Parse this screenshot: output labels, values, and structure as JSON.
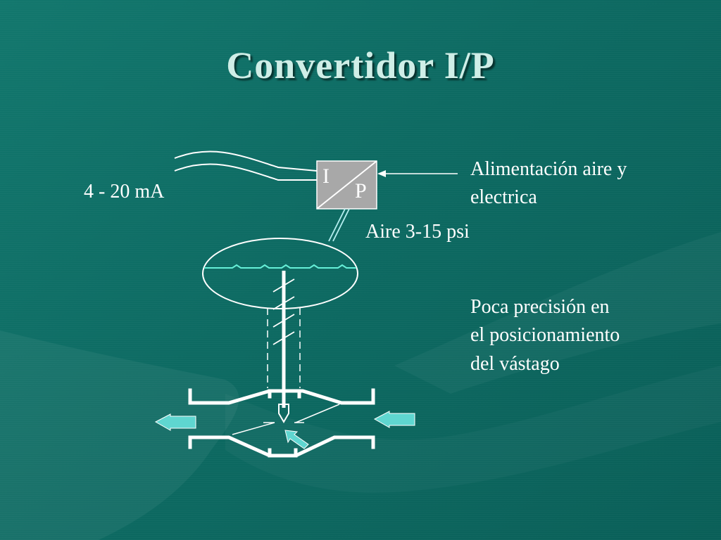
{
  "slide": {
    "title": "Convertidor I/P",
    "signal_label": "4 - 20 mA",
    "converter": {
      "input_letter": "I",
      "output_letter": "P"
    },
    "supply_label_line1": "Alimentación aire y",
    "supply_label_line2": "electrica",
    "output_label": "Aire 3-15 psi",
    "note_line1": "Poca precisión en",
    "note_line2": "el posicionamiento",
    "note_line3": "del vástago"
  },
  "colors": {
    "background": "#0d6a62",
    "title": "#cfeee7",
    "text": "#ffffff",
    "flow_arrow": "#5fd6d0",
    "diaphragm": "#66f0d8",
    "converter_box": "#a8a8a8"
  },
  "icons": [
    "flow-out-arrow-icon",
    "flow-in-arrow-icon",
    "valve-flow-arrow-icon"
  ]
}
